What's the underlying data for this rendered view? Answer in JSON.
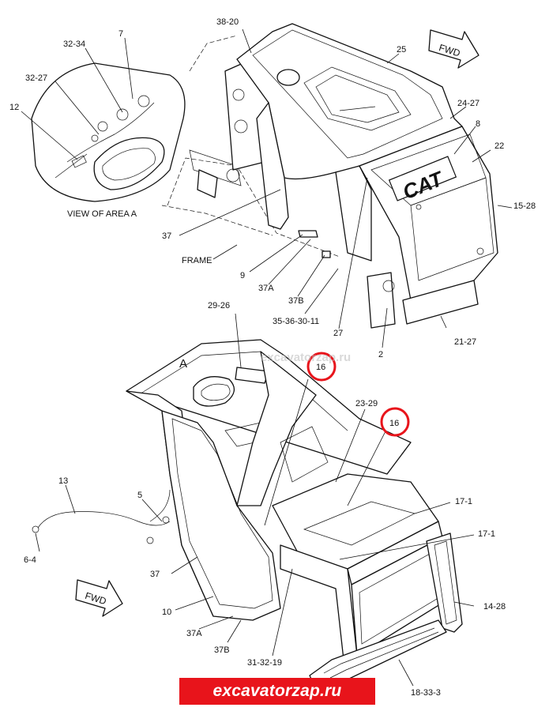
{
  "figure": {
    "view_caption": "VIEW OF AREA  A",
    "frame_label": "FRAME",
    "area_marker": "A",
    "direction_label": "FWD",
    "brand_logo": "CAT",
    "watermark_faint": "excavatorzap.ru",
    "watermark_banner": "excavatorzap.ru",
    "highlight_color": "#e8141b",
    "callout_top": [
      {
        "id": "c-38-20",
        "text": "38-20"
      },
      {
        "id": "c-25",
        "text": "25"
      },
      {
        "id": "c-24-27",
        "text": "24-27"
      },
      {
        "id": "c-8",
        "text": "8"
      },
      {
        "id": "c-22",
        "text": "22"
      },
      {
        "id": "c-15-28",
        "text": "15-28"
      },
      {
        "id": "c-37-top",
        "text": "37"
      },
      {
        "id": "c-9",
        "text": "9"
      },
      {
        "id": "c-37a-top",
        "text": "37A"
      },
      {
        "id": "c-37b-top",
        "text": "37B"
      },
      {
        "id": "c-35-36-30-11",
        "text": "35-36-30-11"
      },
      {
        "id": "c-27",
        "text": "27"
      },
      {
        "id": "c-2",
        "text": "2"
      },
      {
        "id": "c-21-27",
        "text": "21-27"
      }
    ],
    "callout_detail": [
      {
        "id": "c-7",
        "text": "7"
      },
      {
        "id": "c-32-34",
        "text": "32-34"
      },
      {
        "id": "c-32-27",
        "text": "32-27"
      },
      {
        "id": "c-12",
        "text": "12"
      }
    ],
    "callout_bottom": [
      {
        "id": "c-29-26",
        "text": "29-26"
      },
      {
        "id": "c-16a",
        "text": "16"
      },
      {
        "id": "c-23-29",
        "text": "23-29"
      },
      {
        "id": "c-16b",
        "text": "16"
      },
      {
        "id": "c-13",
        "text": "13"
      },
      {
        "id": "c-5",
        "text": "5"
      },
      {
        "id": "c-17-1a",
        "text": "17-1"
      },
      {
        "id": "c-17-1b",
        "text": "17-1"
      },
      {
        "id": "c-6-4",
        "text": "6-4"
      },
      {
        "id": "c-37-bot",
        "text": "37"
      },
      {
        "id": "c-10",
        "text": "10"
      },
      {
        "id": "c-37a-bot",
        "text": "37A"
      },
      {
        "id": "c-37b-bot",
        "text": "37B"
      },
      {
        "id": "c-31-32-19",
        "text": "31-32-19"
      },
      {
        "id": "c-14-28",
        "text": "14-28"
      },
      {
        "id": "c-18-33-3",
        "text": "18-33-3"
      }
    ]
  }
}
